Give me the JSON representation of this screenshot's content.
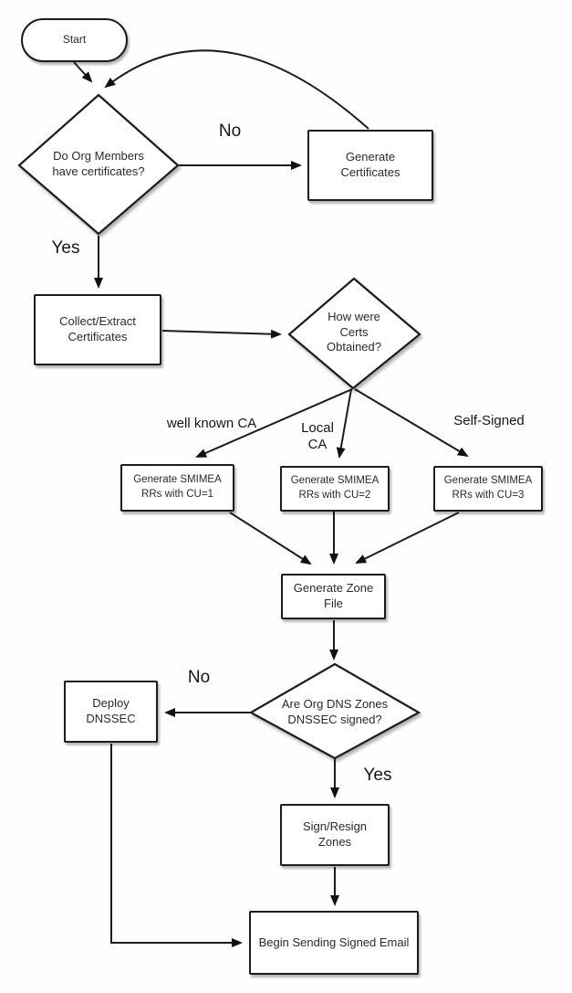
{
  "flowchart": {
    "nodes": {
      "start": "Start",
      "members_have_certs": "Do Org Members have certificates?",
      "generate_certificates": "Generate Certificates",
      "collect_extract_certificates": "Collect/Extract Certificates",
      "how_were_certs_obtained": "How were Certs Obtained?",
      "smimea_cu1": "Generate SMIMEA RRs with CU=1",
      "smimea_cu2": "Generate SMIMEA RRs with CU=2",
      "smimea_cu3": "Generate SMIMEA RRs with CU=3",
      "generate_zone_file": "Generate Zone File",
      "zones_dnssec_signed": "Are Org DNS Zones DNSSEC signed?",
      "deploy_dnssec": "Deploy DNSSEC",
      "sign_resign_zones": "Sign/Resign Zones",
      "begin_sending_signed_email": "Begin Sending Signed Email"
    },
    "edge_labels": {
      "members_no": "No",
      "members_yes": "Yes",
      "well_known_ca": "well known CA",
      "local_ca": "Local CA",
      "self_signed": "Self-Signed",
      "dnssec_no": "No",
      "dnssec_yes": "Yes"
    },
    "colors": {
      "stroke": "#1c1c1c",
      "node_fill": "#ffffff",
      "background": "#fefefe",
      "text": "#2a2a2a"
    }
  }
}
